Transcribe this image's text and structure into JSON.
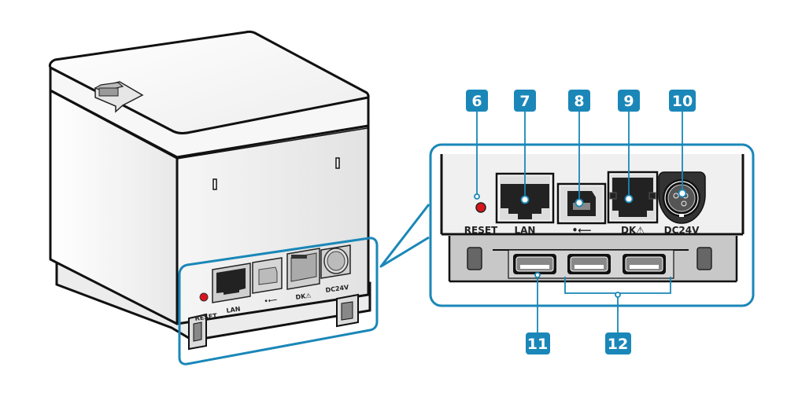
{
  "diagram": {
    "subject": "Printer rear view with connector ports",
    "accent_color": "#1a87b8",
    "reset_led_color": "#d9141b",
    "printer_labels": {
      "reset": "RESET",
      "lan": "LAN",
      "usb": "⭠",
      "dk": "DK⚠",
      "dc": "DC24V"
    },
    "ports": [
      {
        "number": "6",
        "label": "RESET",
        "kind": "reset-button"
      },
      {
        "number": "7",
        "label": "LAN",
        "kind": "ethernet-port"
      },
      {
        "number": "8",
        "label": "USB",
        "kind": "usb-b-port"
      },
      {
        "number": "9",
        "label": "DK⚠",
        "kind": "drawer-kick-port"
      },
      {
        "number": "10",
        "label": "DC24V",
        "kind": "power-port"
      },
      {
        "number": "11",
        "label": "",
        "kind": "usb-a-port"
      },
      {
        "number": "12",
        "label": "",
        "kind": "usb-a-ports-group"
      }
    ],
    "usb_label_text": "•⟵",
    "dk_label_text": "DK⚠"
  }
}
